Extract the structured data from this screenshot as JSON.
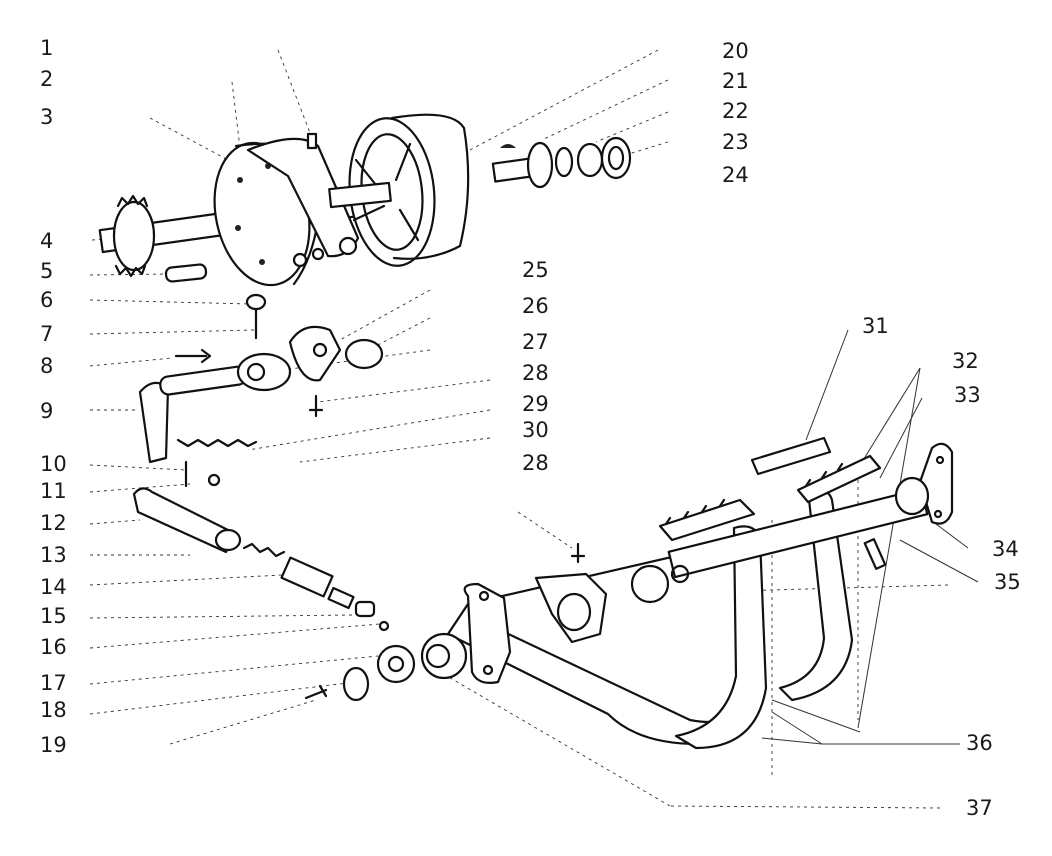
{
  "part_numbers": [
    "1",
    "2",
    "3",
    "4",
    "5",
    "6",
    "7",
    "8",
    "9",
    "10",
    "11",
    "12",
    "13",
    "14",
    "15",
    "16",
    "17",
    "18",
    "19",
    "20",
    "21",
    "22",
    "23",
    "24",
    "25",
    "26",
    "27",
    "28",
    "29",
    "30",
    "28",
    "31",
    "32",
    "33",
    "34",
    "35",
    "36",
    "37"
  ]
}
